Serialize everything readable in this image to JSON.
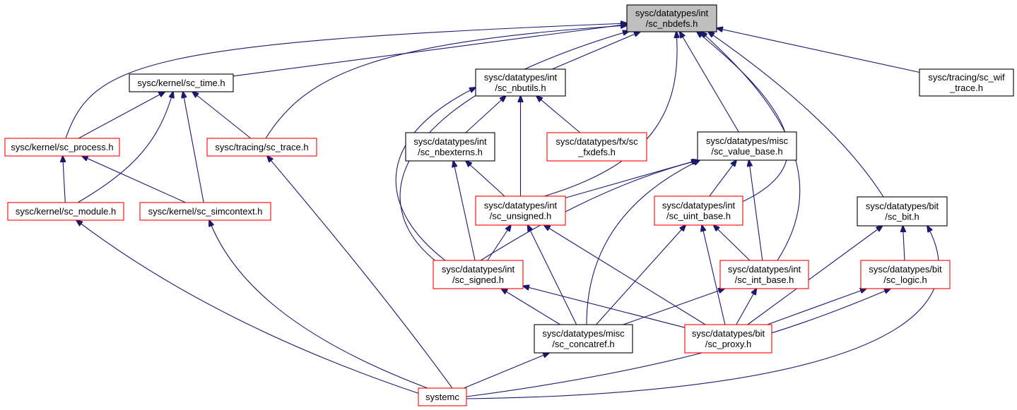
{
  "colors": {
    "edge": "#191970",
    "focus_fill": "#bfbfbf",
    "focus_border": "#000000",
    "documented_border": "#000000",
    "undocumented_border": "#ff0000"
  },
  "nodes": {
    "nbdefs": {
      "lines": [
        "sysc/datatypes/int",
        "/sc_nbdefs.h"
      ],
      "style": "focus"
    },
    "time": {
      "lines": [
        "sysc/kernel/sc_time.h"
      ],
      "style": "black"
    },
    "nbutils": {
      "lines": [
        "sysc/datatypes/int",
        "/sc_nbutils.h"
      ],
      "style": "black"
    },
    "wif": {
      "lines": [
        "sysc/tracing/sc_wif",
        "_trace.h"
      ],
      "style": "black"
    },
    "process": {
      "lines": [
        "sysc/kernel/sc_process.h"
      ],
      "style": "red"
    },
    "trace": {
      "lines": [
        "sysc/tracing/sc_trace.h"
      ],
      "style": "red"
    },
    "nbexterns": {
      "lines": [
        "sysc/datatypes/int",
        "/sc_nbexterns.h"
      ],
      "style": "black"
    },
    "fxdefs": {
      "lines": [
        "sysc/datatypes/fx/sc",
        "_fxdefs.h"
      ],
      "style": "red"
    },
    "value_base": {
      "lines": [
        "sysc/datatypes/misc",
        "/sc_value_base.h"
      ],
      "style": "black"
    },
    "module": {
      "lines": [
        "sysc/kernel/sc_module.h"
      ],
      "style": "red"
    },
    "simcontext": {
      "lines": [
        "sysc/kernel/sc_simcontext.h"
      ],
      "style": "red"
    },
    "unsigned": {
      "lines": [
        "sysc/datatypes/int",
        "/sc_unsigned.h"
      ],
      "style": "red"
    },
    "uint_base": {
      "lines": [
        "sysc/datatypes/int",
        "/sc_uint_base.h"
      ],
      "style": "red"
    },
    "bit": {
      "lines": [
        "sysc/datatypes/bit",
        "/sc_bit.h"
      ],
      "style": "black"
    },
    "signed": {
      "lines": [
        "sysc/datatypes/int",
        "/sc_signed.h"
      ],
      "style": "red"
    },
    "int_base": {
      "lines": [
        "sysc/datatypes/int",
        "/sc_int_base.h"
      ],
      "style": "red"
    },
    "logic": {
      "lines": [
        "sysc/datatypes/bit",
        "/sc_logic.h"
      ],
      "style": "red"
    },
    "concatref": {
      "lines": [
        "sysc/datatypes/misc",
        "/sc_concatref.h"
      ],
      "style": "black"
    },
    "proxy": {
      "lines": [
        "sysc/datatypes/bit",
        "/sc_proxy.h"
      ],
      "style": "red"
    },
    "systemc": {
      "lines": [
        "systemc"
      ],
      "style": "red"
    }
  },
  "edges": [
    [
      "time",
      "nbdefs"
    ],
    [
      "nbutils",
      "nbdefs"
    ],
    [
      "wif",
      "nbdefs"
    ],
    [
      "process",
      "nbdefs"
    ],
    [
      "trace",
      "nbdefs"
    ],
    [
      "value_base",
      "nbdefs"
    ],
    [
      "unsigned",
      "nbdefs"
    ],
    [
      "uint_base",
      "nbdefs"
    ],
    [
      "bit",
      "nbdefs"
    ],
    [
      "signed",
      "nbdefs"
    ],
    [
      "int_base",
      "nbdefs"
    ],
    [
      "process",
      "time"
    ],
    [
      "trace",
      "time"
    ],
    [
      "module",
      "time"
    ],
    [
      "simcontext",
      "time"
    ],
    [
      "nbexterns",
      "nbutils"
    ],
    [
      "fxdefs",
      "nbutils"
    ],
    [
      "unsigned",
      "nbutils"
    ],
    [
      "signed",
      "nbutils"
    ],
    [
      "module",
      "process"
    ],
    [
      "simcontext",
      "process"
    ],
    [
      "systemc",
      "trace"
    ],
    [
      "unsigned",
      "nbexterns"
    ],
    [
      "signed",
      "nbexterns"
    ],
    [
      "unsigned",
      "value_base"
    ],
    [
      "uint_base",
      "value_base"
    ],
    [
      "int_base",
      "value_base"
    ],
    [
      "signed",
      "value_base"
    ],
    [
      "concatref",
      "value_base"
    ],
    [
      "systemc",
      "module"
    ],
    [
      "systemc",
      "simcontext"
    ],
    [
      "signed",
      "unsigned"
    ],
    [
      "concatref",
      "unsigned"
    ],
    [
      "proxy",
      "unsigned"
    ],
    [
      "int_base",
      "uint_base"
    ],
    [
      "concatref",
      "uint_base"
    ],
    [
      "proxy",
      "uint_base"
    ],
    [
      "logic",
      "bit"
    ],
    [
      "proxy",
      "bit"
    ],
    [
      "systemc",
      "bit"
    ],
    [
      "concatref",
      "signed"
    ],
    [
      "proxy",
      "signed"
    ],
    [
      "concatref",
      "int_base"
    ],
    [
      "proxy",
      "int_base"
    ],
    [
      "proxy",
      "logic"
    ],
    [
      "systemc",
      "logic"
    ],
    [
      "systemc",
      "concatref"
    ]
  ]
}
